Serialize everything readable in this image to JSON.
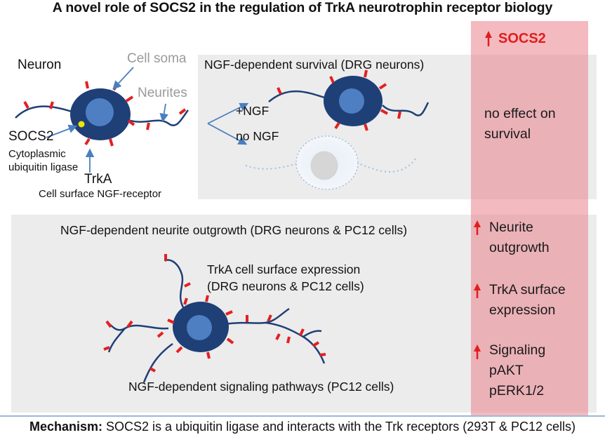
{
  "title": "A novel role of SOCS2 in the regulation of TrkA neurotrophin receptor biology",
  "neuron_panel": {
    "neuron_label": "Neuron",
    "cell_soma_label": "Cell soma",
    "neurites_label": "Neurites",
    "socs2_label": "SOCS2",
    "socs2_desc_line1": "Cytoplasmic",
    "socs2_desc_line2": "ubiquitin ligase",
    "trka_label": "TrkA",
    "trka_desc": "Cell surface NGF-receptor"
  },
  "survival_panel": {
    "title": "NGF-dependent survival (DRG neurons)",
    "plus_ngf": "+NGF",
    "no_ngf": "no NGF"
  },
  "outgrowth_panel": {
    "title": "NGF-dependent neurite outgrowth (DRG neurons & PC12 cells)",
    "surface_line1": "TrkA cell surface expression",
    "surface_line2": "(DRG neurons & PC12 cells)",
    "signaling": "NGF-dependent signaling pathways (PC12 cells)"
  },
  "effects": {
    "header": "SOCS2",
    "survival_line1": "no effect on",
    "survival_line2": "survival",
    "neurite_line1": "Neurite",
    "neurite_line2": "outgrowth",
    "trka_line1": "TrkA surface",
    "trka_line2": "expression",
    "signal_line1": "Signaling",
    "signal_line2": "pAKT",
    "signal_line3": "pERK1/2",
    "arrow_color": "#e01e1e"
  },
  "mechanism": {
    "label": "Mechanism:",
    "text": " SOCS2 is a ubiquitin ligase and interacts with the Trk receptors (293T & PC12 cells)"
  },
  "colors": {
    "cell_outer": "#1f3f77",
    "cell_inner": "#4d7fc2",
    "receptor": "#e32020",
    "socs2_dot": "#f2e600",
    "panel_bg": "#ececec",
    "arrow_blue": "#4a7fbf"
  }
}
